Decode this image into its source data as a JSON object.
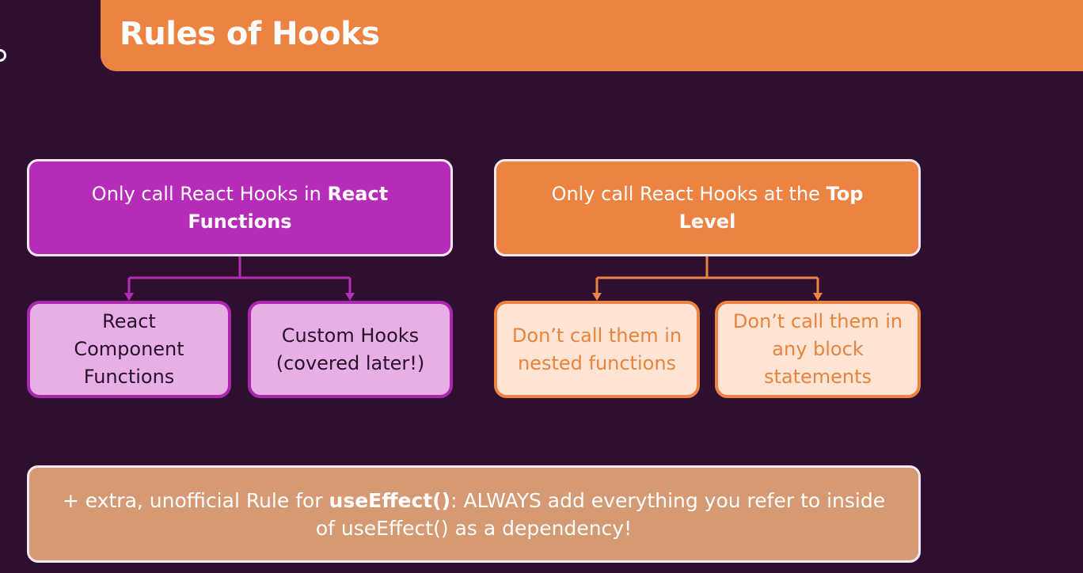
{
  "header": {
    "title": "Rules of Hooks"
  },
  "rules": {
    "react_functions": {
      "prefix": "Only call React Hooks in ",
      "bold": "React Functions",
      "children": [
        "React Component Functions",
        "Custom Hooks (covered later!)"
      ]
    },
    "top_level": {
      "prefix": "Only call React Hooks at the ",
      "bold": "Top Level",
      "children": [
        "Don’t call them in nested functions",
        "Don’t call them in any block statements"
      ]
    }
  },
  "extra_rule": {
    "prefix": "+ extra, unofficial Rule for ",
    "bold": "useEffect()",
    "suffix": ": ALWAYS add everything you refer to inside of useEffect() as a dependency!"
  },
  "colors": {
    "background": "#2f0f2f",
    "purple": "#b62bb8",
    "purple_light": "#e7afe6",
    "orange": "#ec8342",
    "orange_light": "#fde4d4",
    "extra": "#d59a73"
  }
}
